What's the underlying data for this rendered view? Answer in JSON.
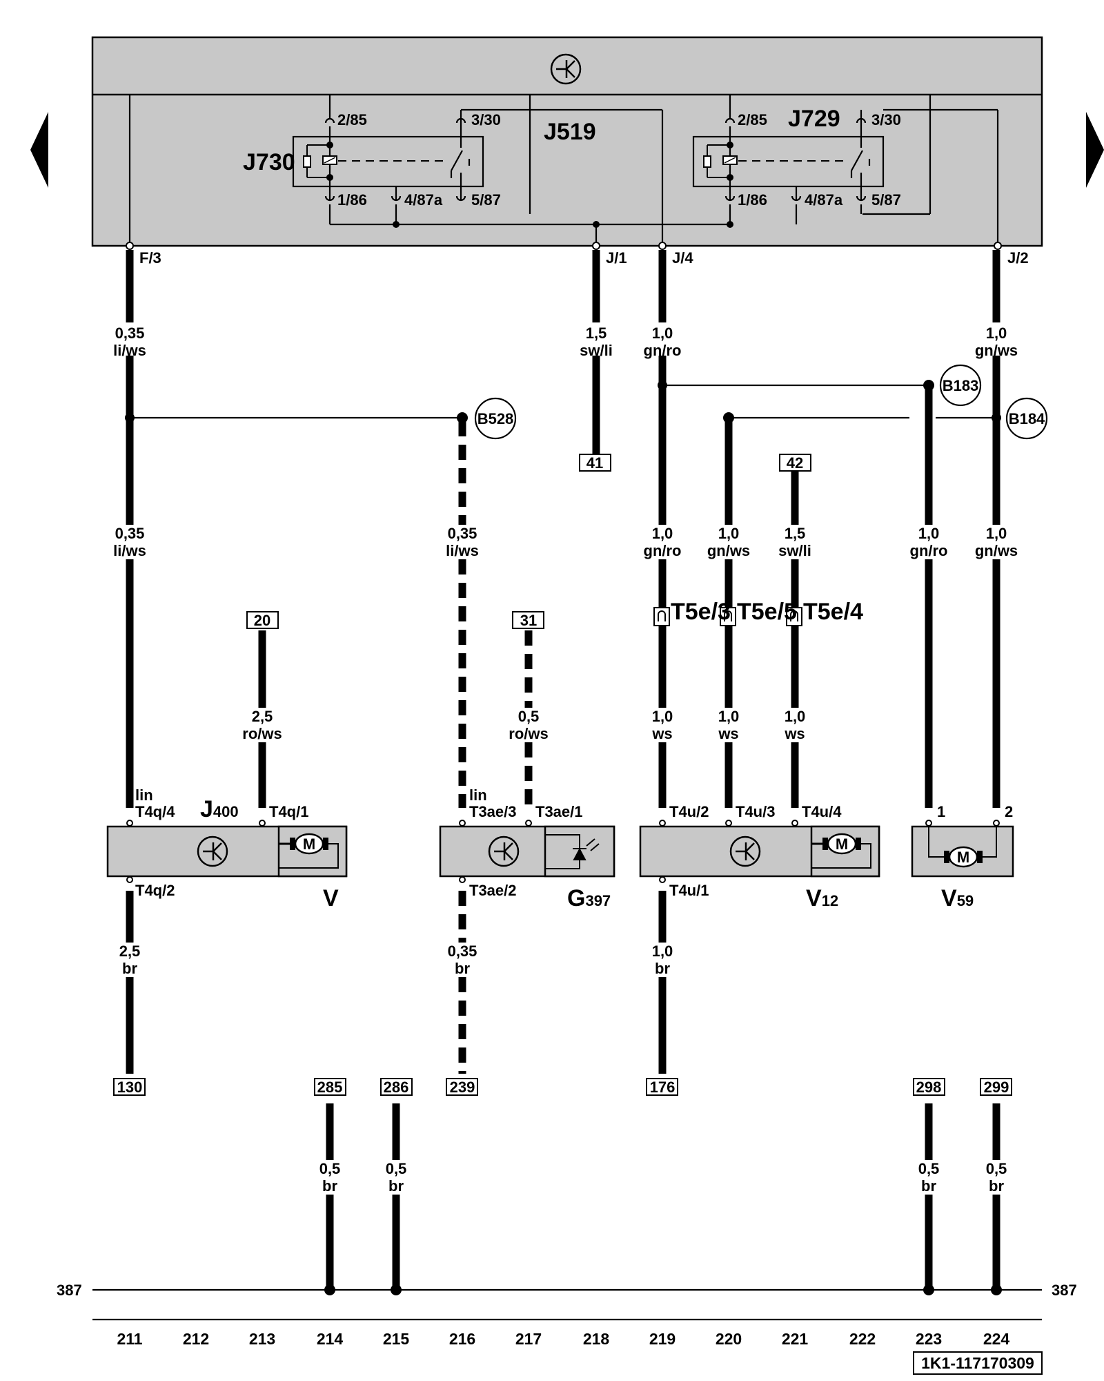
{
  "diagram": {
    "control_unit": {
      "name": "J519",
      "ground_symbol": "transistor-symbol",
      "relays": [
        {
          "name": "J730",
          "pins": {
            "p1": "2/85",
            "p2": "3/30",
            "p3": "1/86",
            "p4": "4/87a",
            "p5": "5/87"
          }
        },
        {
          "name": "J729",
          "pins": {
            "p1": "2/85",
            "p2": "3/30",
            "p3": "1/86",
            "p4": "4/87a",
            "p5": "5/87"
          }
        }
      ],
      "outputs": [
        "F/3",
        "J/1",
        "J/4",
        "J/2"
      ]
    },
    "wire_labels": [
      {
        "gauge": "0,35",
        "color": "li/ws"
      },
      {
        "gauge": "1,5",
        "color": "sw/li"
      },
      {
        "gauge": "1,0",
        "color": "gn/ro"
      },
      {
        "gauge": "1,0",
        "color": "gn/ws"
      },
      {
        "gauge": "0,35",
        "color": "li/ws"
      },
      {
        "gauge": "0,35",
        "color": "li/ws"
      },
      {
        "gauge": "1,0",
        "color": "gn/ro"
      },
      {
        "gauge": "1,0",
        "color": "gn/ws"
      },
      {
        "gauge": "1,5",
        "color": "sw/li"
      },
      {
        "gauge": "1,0",
        "color": "gn/ro"
      },
      {
        "gauge": "1,0",
        "color": "gn/ws"
      },
      {
        "gauge": "2,5",
        "color": "ro/ws"
      },
      {
        "gauge": "0,5",
        "color": "ro/ws"
      },
      {
        "gauge": "1,0",
        "color": "ws"
      },
      {
        "gauge": "1,0",
        "color": "ws"
      },
      {
        "gauge": "1,0",
        "color": "ws"
      },
      {
        "gauge": "2,5",
        "color": "br"
      },
      {
        "gauge": "0,35",
        "color": "br"
      },
      {
        "gauge": "1,0",
        "color": "br"
      },
      {
        "gauge": "0,5",
        "color": "br"
      },
      {
        "gauge": "0,5",
        "color": "br"
      },
      {
        "gauge": "0,5",
        "color": "br"
      },
      {
        "gauge": "0,5",
        "color": "br"
      }
    ],
    "connection_points": [
      "B528",
      "B183",
      "B184"
    ],
    "references": [
      "41",
      "42",
      "20",
      "31",
      "130",
      "285",
      "286",
      "239",
      "176",
      "298",
      "299"
    ],
    "connectors": [
      "T5e/3",
      "T5e/5",
      "T5e/4"
    ],
    "component_pins": [
      {
        "label": "lin"
      },
      {
        "label": "T4q/4"
      },
      {
        "label": "T4q/1"
      },
      {
        "label": "T4q/2"
      },
      {
        "label": "lin"
      },
      {
        "label": "T3ae/3"
      },
      {
        "label": "T3ae/1"
      },
      {
        "label": "T3ae/2"
      },
      {
        "label": "T4u/2"
      },
      {
        "label": "T4u/3"
      },
      {
        "label": "T4u/4"
      },
      {
        "label": "T4u/1"
      },
      {
        "label": "1"
      },
      {
        "label": "2"
      }
    ],
    "components": [
      {
        "main": "J",
        "sub": "400"
      },
      {
        "main": "V",
        "sub": ""
      },
      {
        "main": "G",
        "sub": "397"
      },
      {
        "main": "V",
        "sub": "12"
      },
      {
        "main": "V",
        "sub": "59"
      }
    ],
    "motor_letter": "M",
    "ground_bus": {
      "left": "387",
      "right": "387"
    },
    "columns": [
      "211",
      "212",
      "213",
      "214",
      "215",
      "216",
      "217",
      "218",
      "219",
      "220",
      "221",
      "222",
      "223",
      "224"
    ],
    "doc_id": "1K1-117170309",
    "nav": {
      "prev": "previous-page",
      "next": "next-page"
    }
  }
}
